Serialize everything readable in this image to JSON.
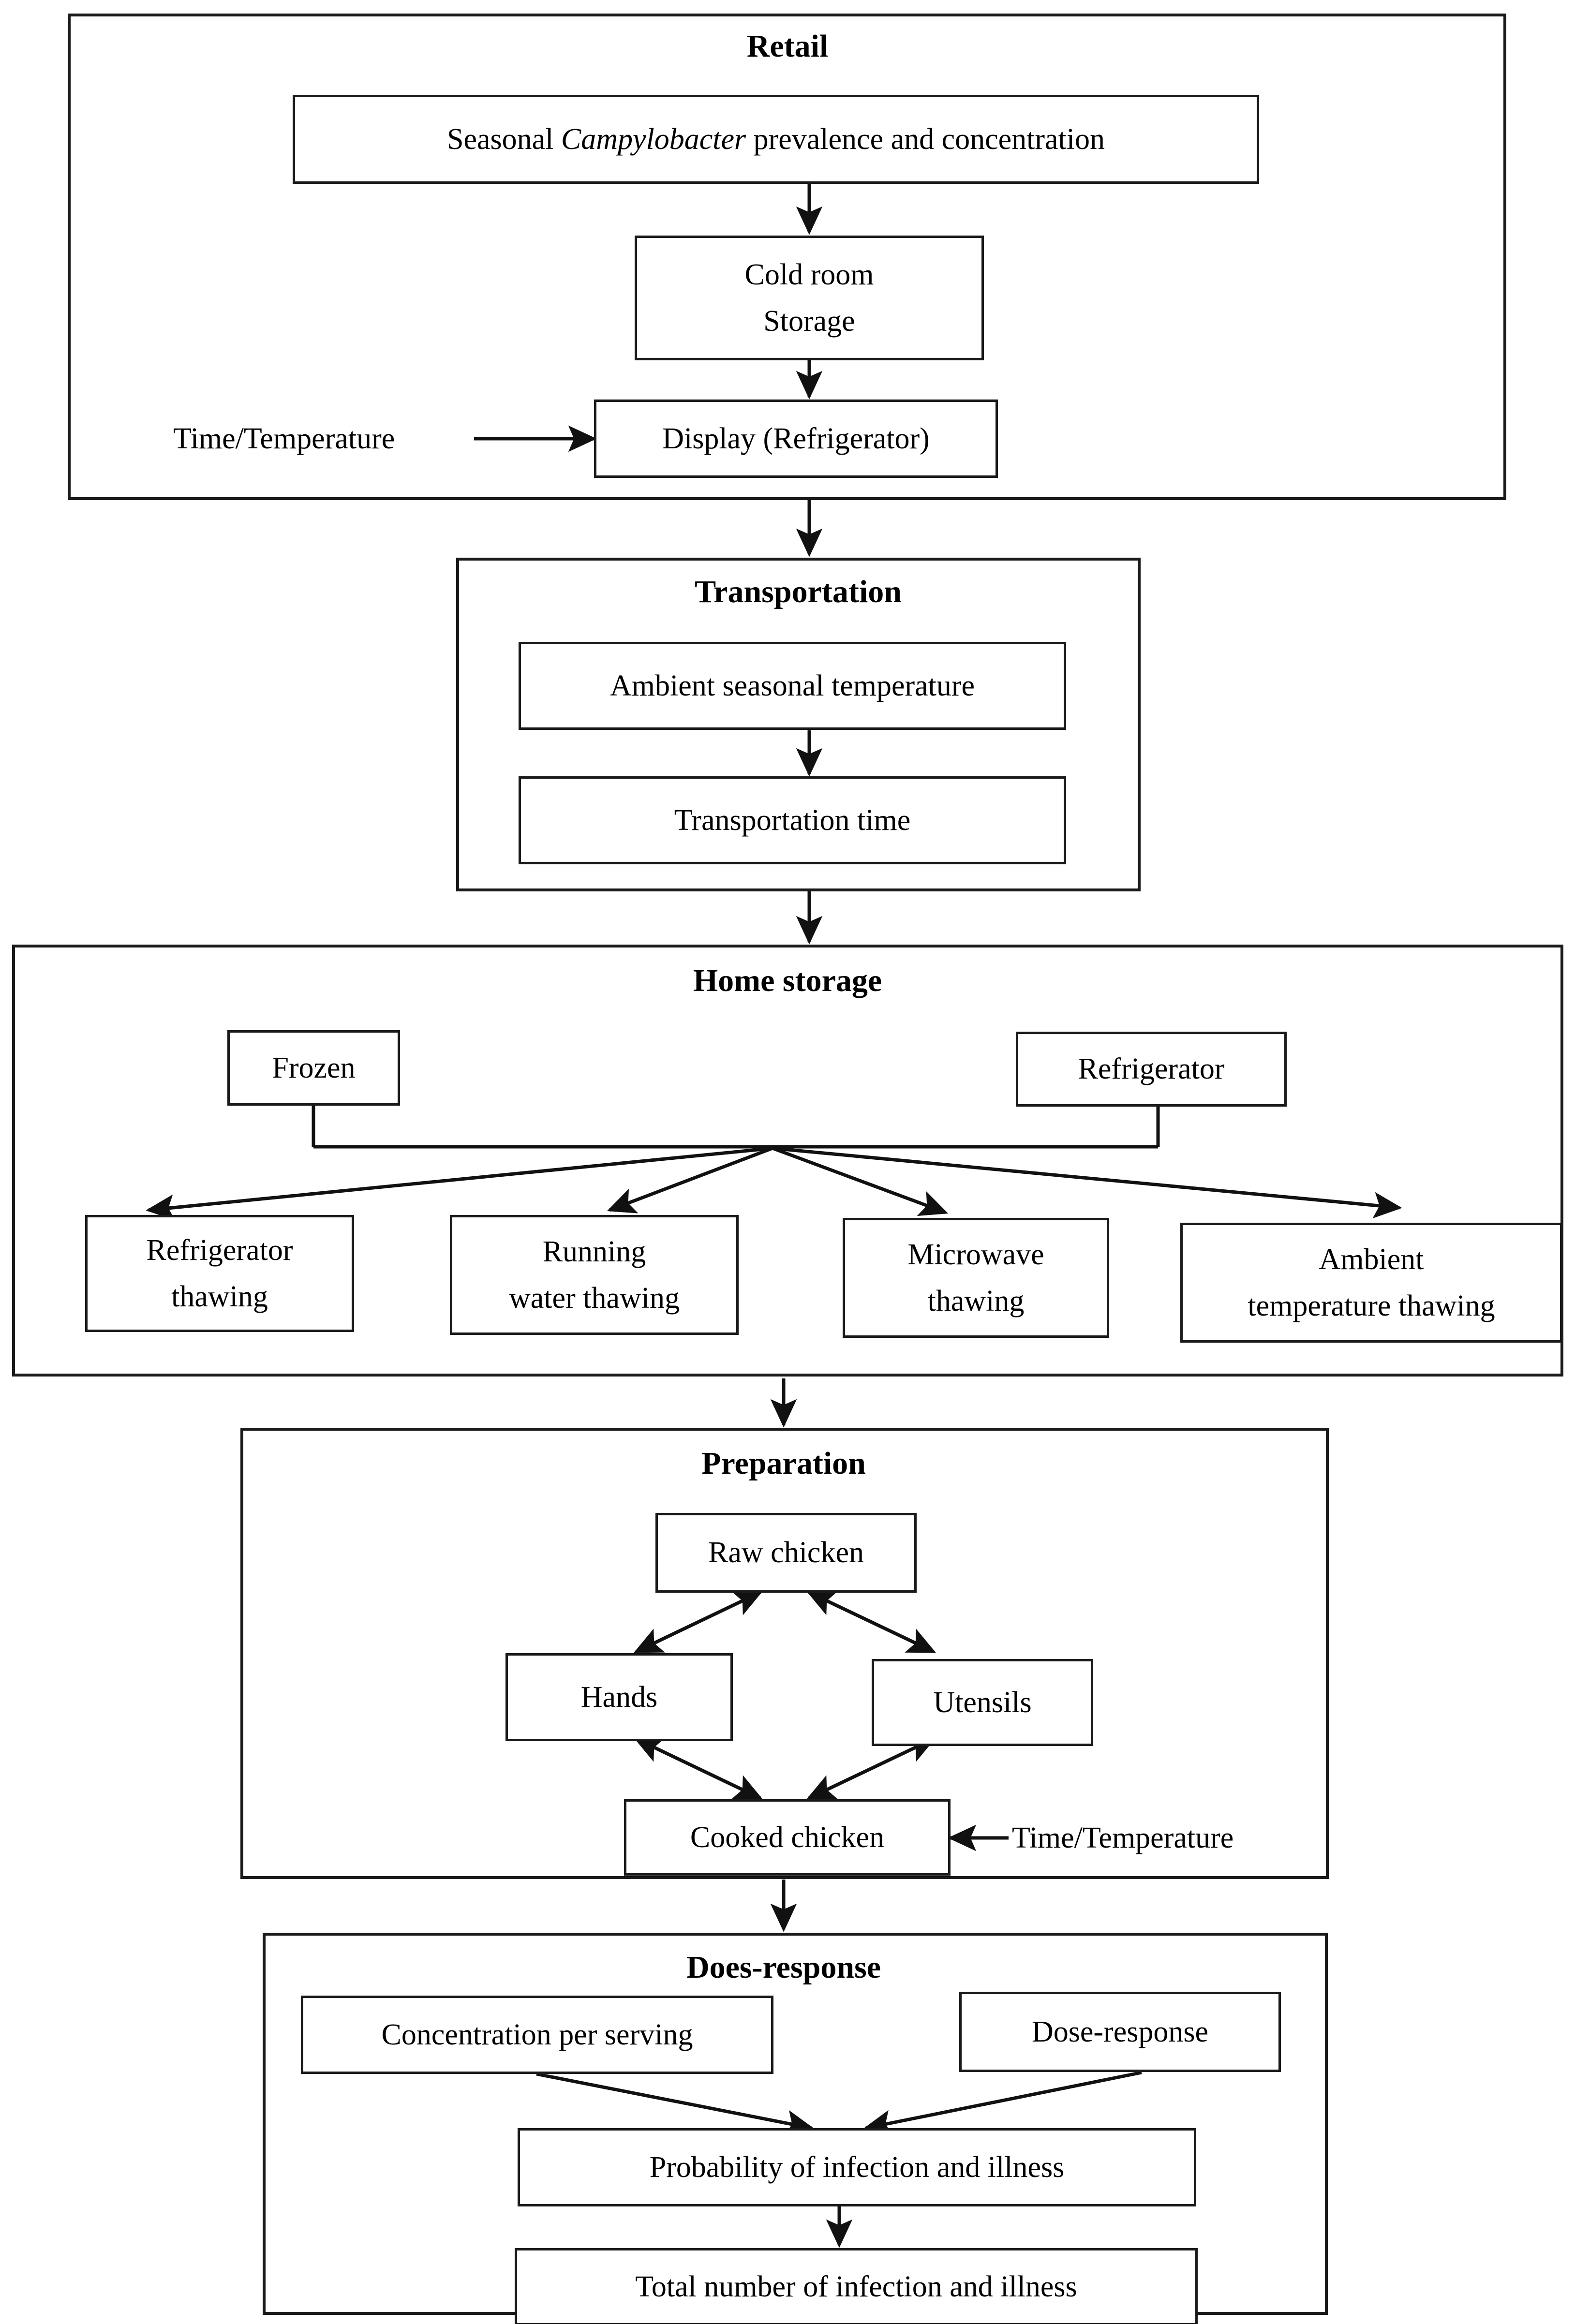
{
  "figure": {
    "title": "Quantitative microbial risk assessment flowchart for Campylobacter in chicken",
    "stroke_color": "#1a1a1a",
    "background_color": "#ffffff"
  },
  "stages": {
    "retail": {
      "title": "Retail",
      "nodes": {
        "prevalence": {
          "text_before": "Seasonal ",
          "text_italic": "Campylobacter",
          "text_after": " prevalence and concentration"
        },
        "cold_room_storage_line1": "Cold room",
        "cold_room_storage_line2": "Storage",
        "display_refrigerator": "Display (Refrigerator)"
      },
      "labels": {
        "time_temperature": "Time/Temperature"
      }
    },
    "transportation": {
      "title": "Transportation",
      "nodes": {
        "ambient_seasonal_temperature": "Ambient seasonal temperature",
        "transportation_time": "Transportation time"
      }
    },
    "home_storage": {
      "title": "Home storage",
      "nodes": {
        "frozen": "Frozen",
        "refrigerator": "Refrigerator",
        "refrigerator_thawing_line1": "Refrigerator",
        "refrigerator_thawing_line2": "thawing",
        "running_water_thawing_line1": "Running",
        "running_water_thawing_line2": "water thawing",
        "microwave_thawing_line1": "Microwave",
        "microwave_thawing_line2": "thawing",
        "ambient_temperature_thawing_line1": "Ambient",
        "ambient_temperature_thawing_line2": "temperature thawing"
      }
    },
    "preparation": {
      "title": "Preparation",
      "nodes": {
        "raw_chicken": "Raw chicken",
        "hands": "Hands",
        "utensils": "Utensils",
        "cooked_chicken": "Cooked chicken"
      },
      "labels": {
        "time_temperature": "Time/Temperature"
      }
    },
    "dose_response": {
      "title": "Does-response",
      "nodes": {
        "concentration_per_serving": "Concentration per serving",
        "dose_response": "Dose-response",
        "probability_of_infection": "Probability of infection and illness",
        "total_number_of_infection": "Total number of infection and illness"
      }
    }
  }
}
